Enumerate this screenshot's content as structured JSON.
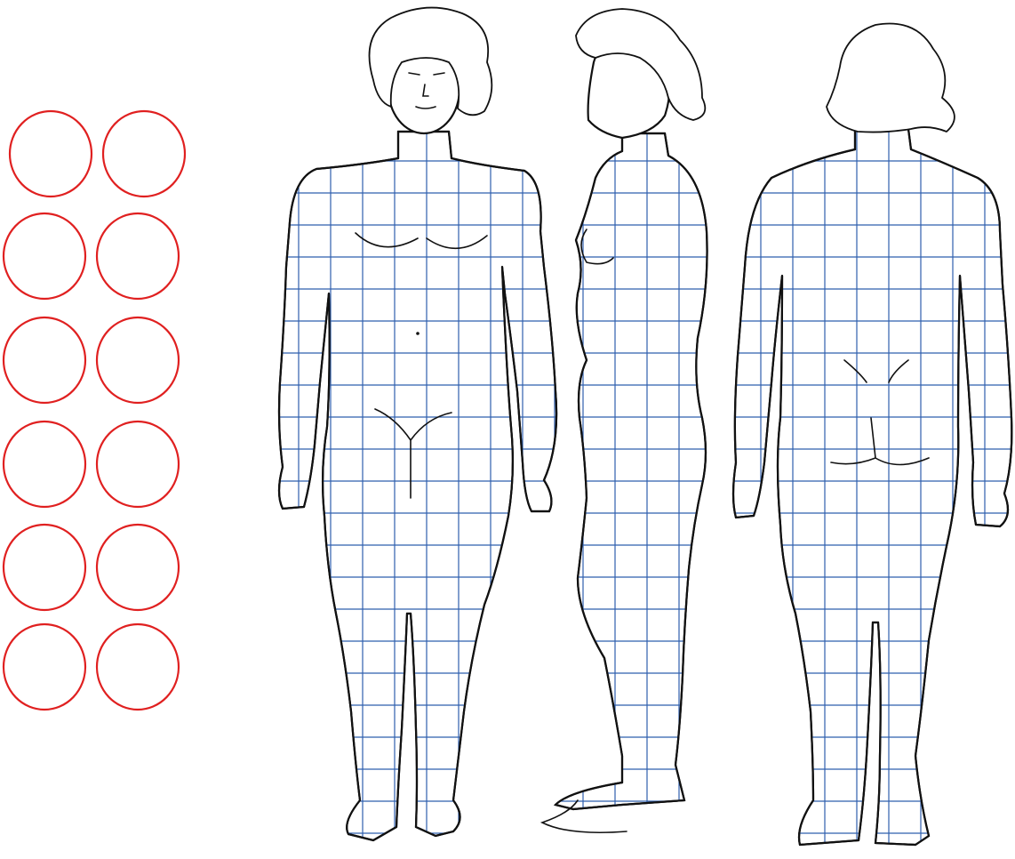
{
  "colors": {
    "marker_circle": "#e02020",
    "grid_line": "#2f5fae",
    "outline": "#111111",
    "background": "#ffffff"
  },
  "marker_circles": {
    "rows": 6,
    "columns": 2
  },
  "figures": [
    {
      "name": "figure-front",
      "view": "front"
    },
    {
      "name": "figure-side",
      "view": "side"
    },
    {
      "name": "figure-back",
      "view": "back"
    }
  ]
}
